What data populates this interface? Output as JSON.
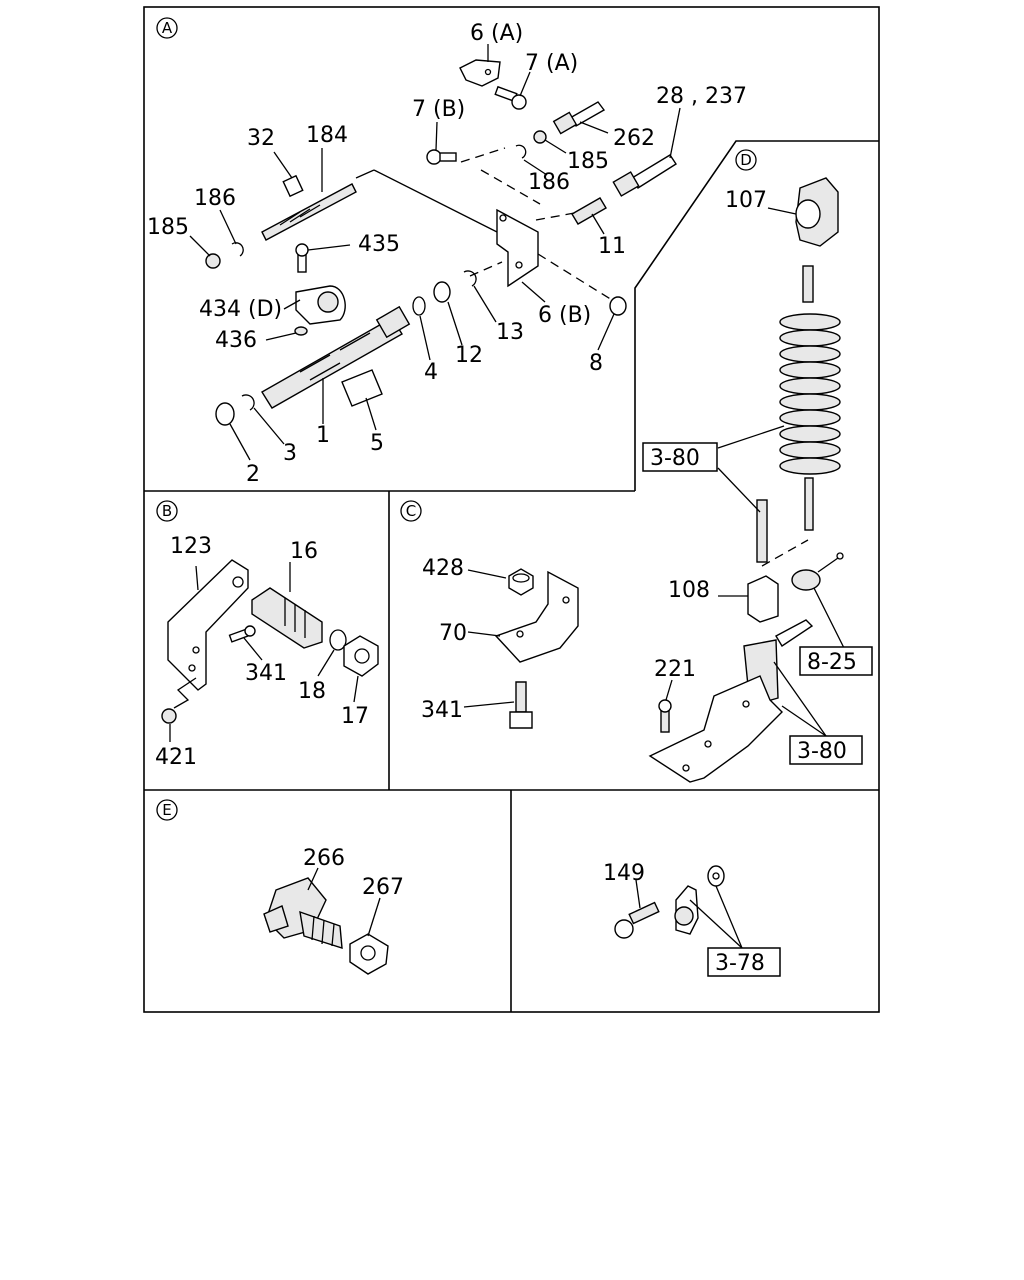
{
  "sections": {
    "a": "A",
    "b": "B",
    "c": "C",
    "d": "D",
    "e": "E"
  },
  "labels": {
    "a": {
      "l6a": "6 (A)",
      "l7a": "7 (A)",
      "l7b": "7 (B)",
      "l28": "28 , 237",
      "l32": "32",
      "l184": "184",
      "l262": "262",
      "l185t": "185",
      "l186t": "186",
      "l186": "186",
      "l185": "185",
      "l11": "11",
      "l435": "435",
      "l434": "434 (D)",
      "l436": "436",
      "l6b": "6 (B)",
      "l13": "13",
      "l12": "12",
      "l4": "4",
      "l8": "8",
      "l1": "1",
      "l5": "5",
      "l3": "3",
      "l2": "2"
    },
    "b": {
      "l123": "123",
      "l16": "16",
      "l341": "341",
      "l18": "18",
      "l17": "17",
      "l421": "421"
    },
    "c": {
      "l428": "428",
      "l70": "70",
      "l341": "341"
    },
    "d": {
      "l107": "107",
      "l108": "108",
      "l221": "221"
    },
    "e": {
      "l266": "266",
      "l267": "267",
      "l149": "149"
    }
  },
  "refs": {
    "r380a": "3-80",
    "r825": "8-25",
    "r380b": "3-80",
    "r378": "3-78"
  }
}
